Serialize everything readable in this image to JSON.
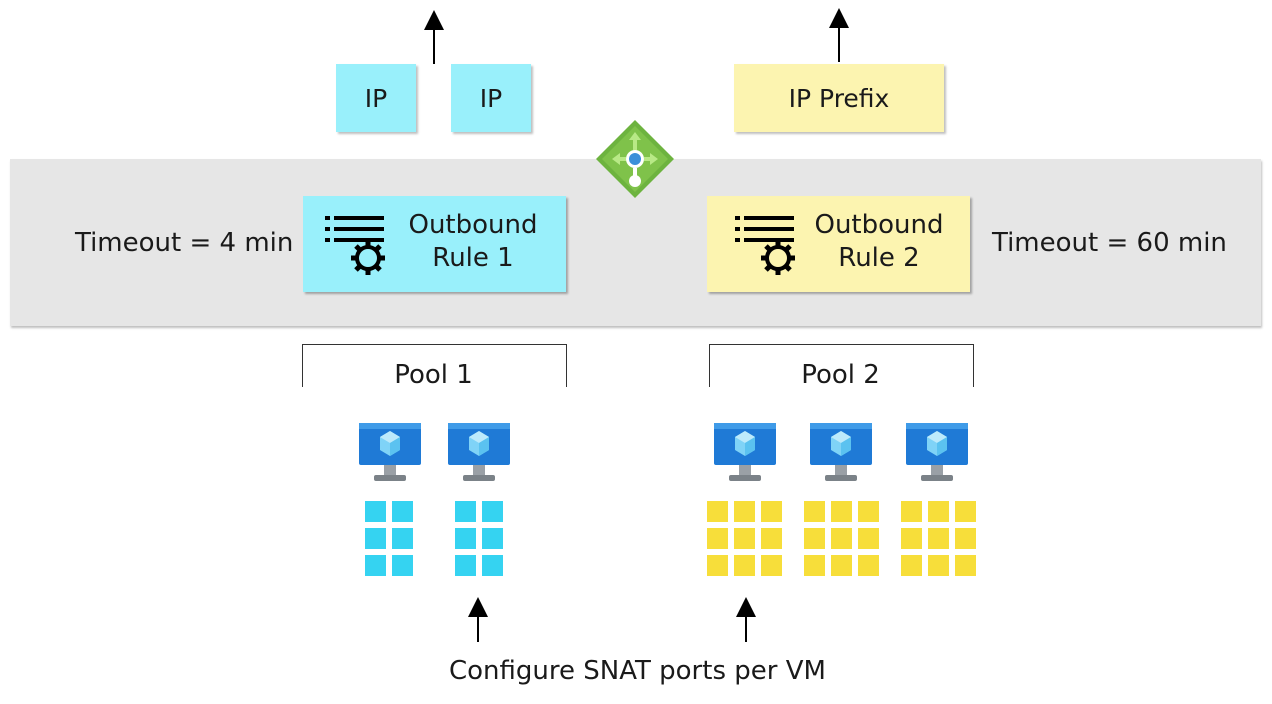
{
  "top": {
    "ip_1": "IP",
    "ip_2": "IP",
    "ip_prefix": "IP Prefix"
  },
  "load_balancer": {
    "icon": "load-balancer-icon"
  },
  "rules": [
    {
      "line1": "Outbound",
      "line2": "Rule 1",
      "timeout": "Timeout = 4 min",
      "color": "#99f0fb",
      "icon": "rule-settings-icon"
    },
    {
      "line1": "Outbound",
      "line2": "Rule 2",
      "timeout": "Timeout = 60 min",
      "color": "#fcf4b0",
      "icon": "rule-settings-icon"
    }
  ],
  "pools": [
    {
      "label": "Pool 1",
      "vm_count": 2,
      "port_color": "#35d3f1",
      "ports_grid": "2x3"
    },
    {
      "label": "Pool 2",
      "vm_count": 3,
      "port_color": "#f7de3a",
      "ports_grid": "3x3"
    }
  ],
  "caption": "Configure SNAT ports per VM",
  "colors": {
    "band": "#e6e6e6",
    "ip_blue": "#99f0fb",
    "prefix_yellow": "#fcf4b0",
    "lb_green": "#6db33f"
  }
}
